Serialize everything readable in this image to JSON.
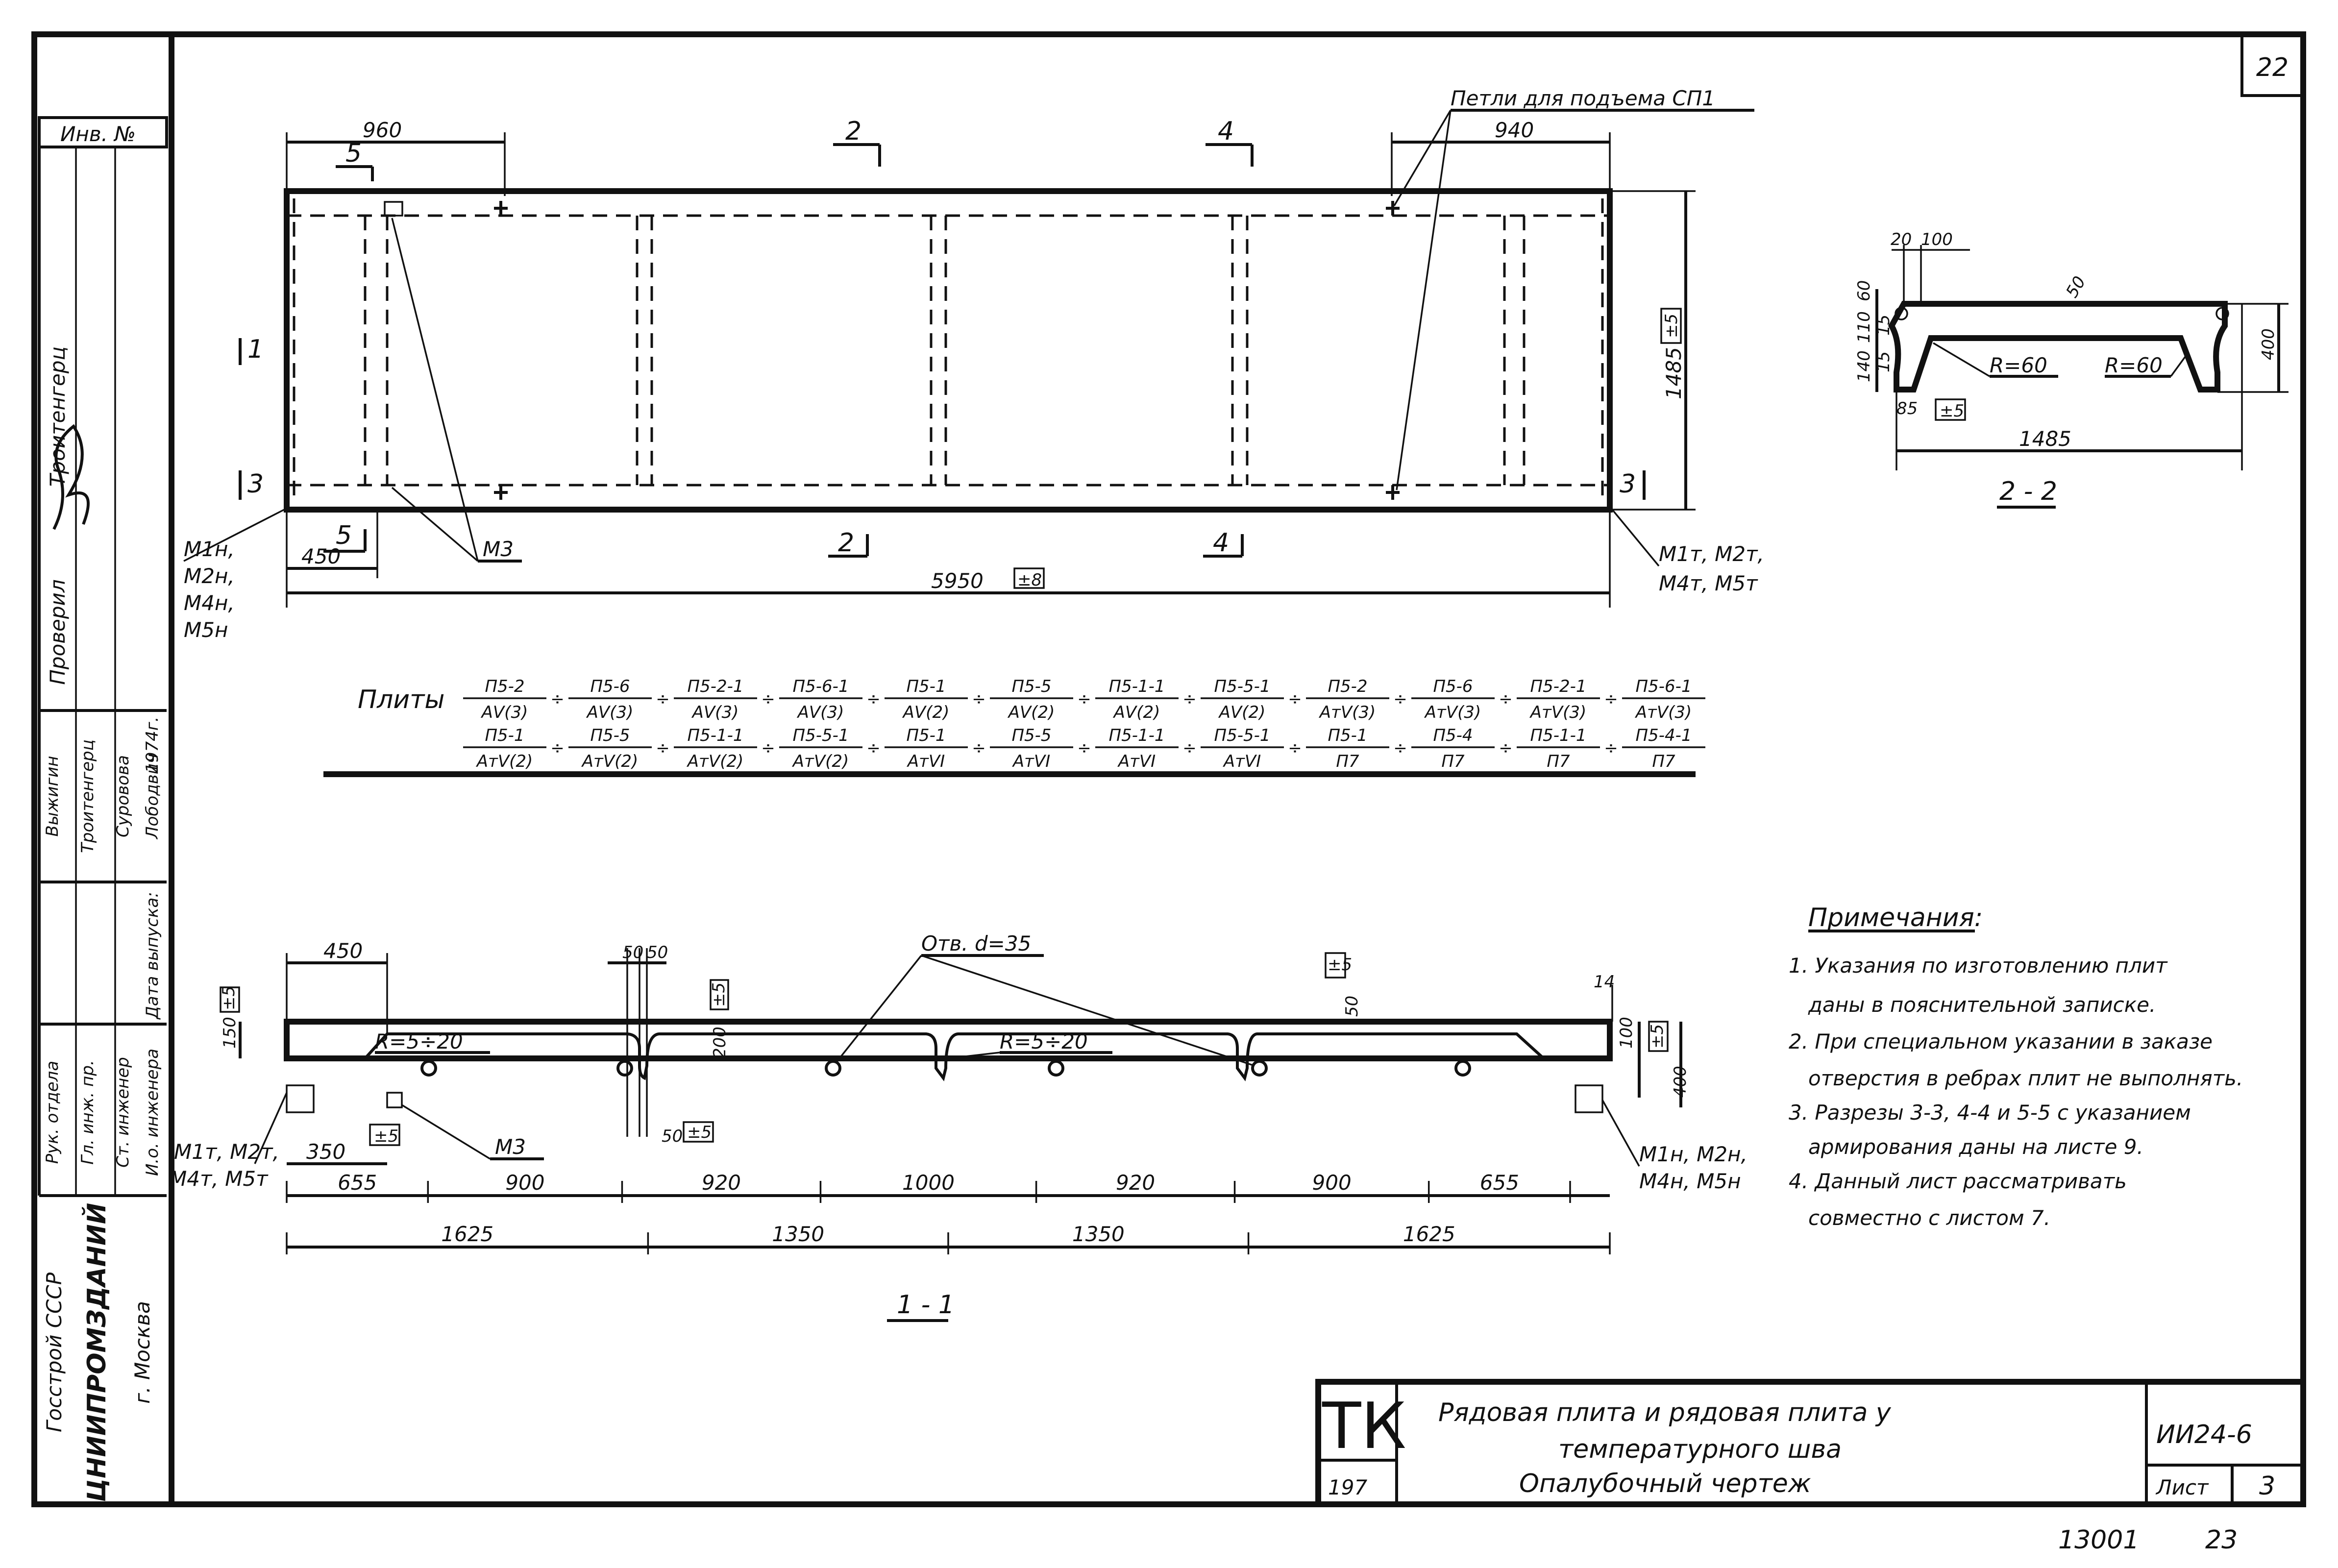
{
  "sheet_number": "22",
  "stamp": {
    "inv_label": "Инв. №",
    "signature_rows": [
      {
        "role": "Рук. отдела",
        "name": "Выжигин"
      },
      {
        "role": "Гл. инж. пр.",
        "name": "Троитенгерц"
      },
      {
        "role": "Ст. инженер",
        "name": "Суровова"
      },
      {
        "role": "И.о. инженера",
        "name": "Лободвич"
      }
    ],
    "issue_date_label": "Дата выпуска:",
    "year": "1974г.",
    "checked_label": "Проверил",
    "author_name": "Троитенгерц",
    "org_lines": [
      "Госстрой СССР",
      "ЦНИИПРОМЗДАНИЙ",
      "г. Москва"
    ]
  },
  "plan": {
    "title_note": "Петли для подъема СП1",
    "dim_left": "960",
    "dim_right": "940",
    "dim_total": "5950",
    "dim_tol_total": "±8",
    "dim_left_bottom": "450",
    "height_dim": "1485",
    "height_tol": "±5",
    "embedded_m3": "М3",
    "left_labels": [
      "М1н,",
      "М2н,",
      "М4н,",
      "М5н"
    ],
    "right_labels": [
      "М1т, М2т,",
      "М4т, М5т"
    ],
    "cuts": {
      "c1": "1",
      "c2": "2",
      "c3": "3",
      "c4": "4",
      "c5": "5"
    }
  },
  "plates": {
    "prefix": "Плиты",
    "row1": [
      {
        "n": "П5-2",
        "d": "АV(3)"
      },
      {
        "n": "П5-6",
        "d": "АV(3)"
      },
      {
        "n": "П5-2-1",
        "d": "АV(3)"
      },
      {
        "n": "П5-6-1",
        "d": "АV(3)"
      },
      {
        "n": "П5-1",
        "d": "АV(2)"
      },
      {
        "n": "П5-5",
        "d": "АV(2)"
      },
      {
        "n": "П5-1-1",
        "d": "АV(2)"
      },
      {
        "n": "П5-5-1",
        "d": "АV(2)"
      },
      {
        "n": "П5-2",
        "d": "АтV(3)"
      },
      {
        "n": "П5-6",
        "d": "АтV(3)"
      },
      {
        "n": "П5-2-1",
        "d": "АтV(3)"
      },
      {
        "n": "П5-6-1",
        "d": "АтV(3)"
      }
    ],
    "row2": [
      {
        "n": "П5-1",
        "d": "АтV(2)"
      },
      {
        "n": "П5-5",
        "d": "АтV(2)"
      },
      {
        "n": "П5-1-1",
        "d": "АтV(2)"
      },
      {
        "n": "П5-5-1",
        "d": "АтV(2)"
      },
      {
        "n": "П5-1",
        "d": "АтVI"
      },
      {
        "n": "П5-5",
        "d": "АтVI"
      },
      {
        "n": "П5-1-1",
        "d": "АтVI"
      },
      {
        "n": "П5-5-1",
        "d": "АтVI"
      },
      {
        "n": "П5-1",
        "d": "П7"
      },
      {
        "n": "П5-4",
        "d": "П7"
      },
      {
        "n": "П5-1-1",
        "d": "П7"
      },
      {
        "n": "П5-4-1",
        "d": "П7"
      }
    ]
  },
  "section22": {
    "title": "2 - 2",
    "dims_top": [
      "20",
      "100"
    ],
    "dim_50": "50",
    "dims_left": [
      "60",
      "110",
      "140",
      "15",
      "15"
    ],
    "radius_left": "R=60",
    "radius_right": "R=60",
    "dim_85": "85",
    "tol_5": "±5",
    "width": "1485",
    "height": "400"
  },
  "section11": {
    "title": "1 - 1",
    "hole_label": "Отв. d=35",
    "top_dims": [
      "450",
      "50",
      "50"
    ],
    "r1": "R=5÷20",
    "r2": "R=5÷20",
    "dim_200": "200",
    "dim_150": "150",
    "dim_14": "14",
    "dim_100": "100",
    "dim_50": "50",
    "dim_400": "400",
    "tol_5": "±5",
    "dim_350": "350",
    "embedded_m3": "М3",
    "chain_mid": [
      "655",
      "900",
      "920",
      "1000",
      "920",
      "900",
      "655"
    ],
    "chain_bottom": [
      "1625",
      "1350",
      "1350",
      "1625"
    ],
    "left_labels": [
      "М1т, М2т,",
      "М4т, М5т"
    ],
    "right_labels": [
      "М1н, М2н,",
      "М4н, М5н"
    ]
  },
  "notes": {
    "heading": "Примечания:",
    "items": [
      "1. Указания по изготовлению плит",
      "даны в пояснительной записке.",
      "2. При специальном указании в заказе",
      "отверстия в ребрах плит не выполнять.",
      "3. Разрезы 3-3, 4-4 и 5-5 с указанием",
      "армирования даны на листе 9.",
      "4. Данный лист рассматривать",
      "совместно с листом 7."
    ]
  },
  "title_block": {
    "tk": "ТК",
    "series_no": "197",
    "title_lines": [
      "Рядовая плита и рядовая плита у",
      "температурного шва",
      "Опалубочный чертеж"
    ],
    "code": "ИИ24-6",
    "sheet_label": "Лист",
    "sheet_no": "3"
  },
  "footer": {
    "number": "13001",
    "page": "23"
  }
}
